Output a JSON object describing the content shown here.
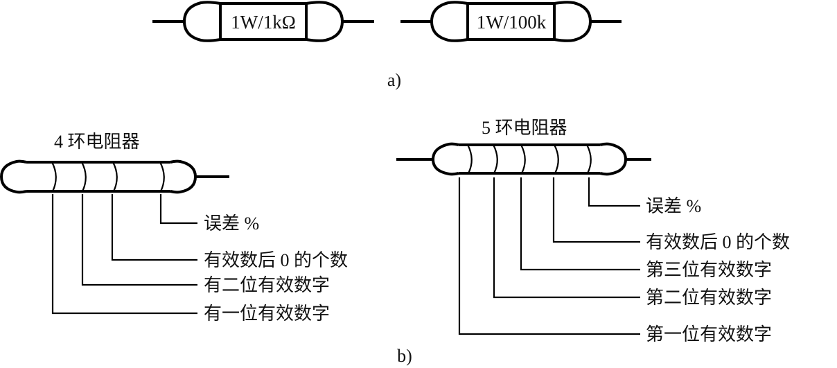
{
  "figure": {
    "part_a": {
      "caption": "a)",
      "resistors": [
        {
          "label": "1W/1kΩ"
        },
        {
          "label": "1W/100k"
        }
      ]
    },
    "part_b": {
      "caption": "b)",
      "four_band": {
        "title": "4 环电阻器",
        "bands": [
          {
            "meaning": "有一位有效数字"
          },
          {
            "meaning": "有二位有效数字"
          },
          {
            "meaning": "有效数后 0 的个数"
          },
          {
            "meaning": "误差 %"
          }
        ]
      },
      "five_band": {
        "title": "5 环电阻器",
        "bands": [
          {
            "meaning": "第一位有效数字"
          },
          {
            "meaning": "第二位有效数字"
          },
          {
            "meaning": "第三位有效数字"
          },
          {
            "meaning": "有效数后 0 的个数"
          },
          {
            "meaning": "误差 %"
          }
        ]
      }
    },
    "colors": {
      "ink": "#000000",
      "background": "#ffffff"
    }
  }
}
